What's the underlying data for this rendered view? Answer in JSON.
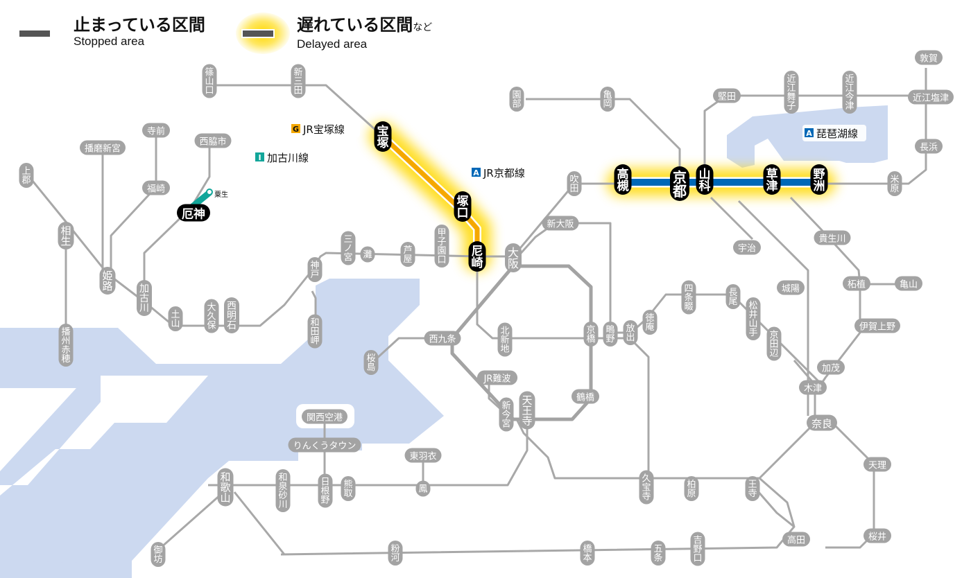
{
  "legend": {
    "stopped": {
      "ja": "止まっている区間",
      "en": "Stopped area"
    },
    "delayed": {
      "ja": "遅れている区間",
      "ja_suffix": "など",
      "en": "Delayed area"
    }
  },
  "colors": {
    "line": "#a8a8a8",
    "station_fill": "#a3a3a3",
    "affected_station": "#000000",
    "water": "#ccd9f0",
    "glow": "#ffd800",
    "takarazuka_line": "#f5a800",
    "kyoto_line": "#0068b7",
    "kakogawa_line": "#12a69a"
  },
  "line_labels": [
    {
      "badge": "G",
      "name": "JR宝塚線",
      "badge_color": "#f5a800",
      "badge_text_color": "#111"
    },
    {
      "badge": "I",
      "name": "加古川線",
      "badge_color": "#12a69a",
      "badge_text_color": "#fff"
    },
    {
      "badge": "A",
      "name": "JR京都線",
      "badge_color": "#0068b7",
      "badge_text_color": "#fff"
    },
    {
      "badge": "A",
      "name": "琵琶湖線",
      "badge_color": "#0068b7",
      "badge_text_color": "#fff"
    }
  ],
  "affected_stations": [
    "宝塚",
    "塚口",
    "尼崎",
    "厄神",
    "高槻",
    "京都",
    "山科",
    "草津",
    "野洲"
  ],
  "small_label": "粟生",
  "stations": {
    "sasayamaguchi": "篠山口",
    "shinsanda": "新三田",
    "sonobe": "園部",
    "kameoka": "亀岡",
    "katata": "堅田",
    "omimaiko": "近江舞子",
    "omiimazu": "近江今津",
    "tsuruga": "敦賀",
    "omishiotsu": "近江塩津",
    "nagahama": "長浜",
    "maibara": "米原",
    "kamigori": "上郡",
    "harimashingu": "播磨新宮",
    "terasaki": "寺前",
    "fukusaki": "福崎",
    "nishiwakishi": "西脇市",
    "aioi": "相生",
    "himeji": "姫路",
    "kakogawa": "加古川",
    "banshuako": "播州赤穂",
    "dobo": "土山",
    "okubo": "大久保",
    "nishiakashi": "西明石",
    "kobe": "神戸",
    "wadamisaki": "和田岬",
    "sannomiya": "三ノ宮",
    "nada": "灘",
    "ashiya": "芦屋",
    "koshienguchi": "甲子園口",
    "osaka": "大阪",
    "shinosaka": "新大阪",
    "suita": "吹田",
    "nishikujo": "西九条",
    "sakurajima": "桜島",
    "kitashinchi": "北新地",
    "kyobashi": "京橋",
    "shigino": "鴫野",
    "hanaten": "放出",
    "tokuan": "徳庵",
    "shijonawate": "四条畷",
    "nagao": "長尾",
    "matsuiyamate": "松井山手",
    "kyotanabe": "京田辺",
    "uji": "宇治",
    "joyo": "城陽",
    "kibukawa": "貴生川",
    "tsuge": "柘植",
    "kameyama": "亀山",
    "igaueno": "伊賀上野",
    "kamo": "加茂",
    "kizu": "木津",
    "nara": "奈良",
    "tenri": "天理",
    "sakurai": "桜井",
    "oji": "王寺",
    "takada": "高田",
    "kashiwara": "柏原",
    "kyuhoji": "久宝寺",
    "jrnamba": "JR難波",
    "shinimamiya": "新今宮",
    "tennoji": "天王寺",
    "tsuruhashi": "鶴橋",
    "kansaiairport": "関西空港",
    "rinkutown": "りんくうタウン",
    "higashihagoromo": "東羽衣",
    "otori": "鳳",
    "izumisunagawa": "和泉砂川",
    "hineno": "日根野",
    "kumatori": "熊取",
    "wakayama": "和歌山",
    "gobo": "御坊",
    "kokawa": "粉河",
    "hashimoto": "橋本",
    "gojo": "五条",
    "yoshinoguchi": "吉野口"
  }
}
